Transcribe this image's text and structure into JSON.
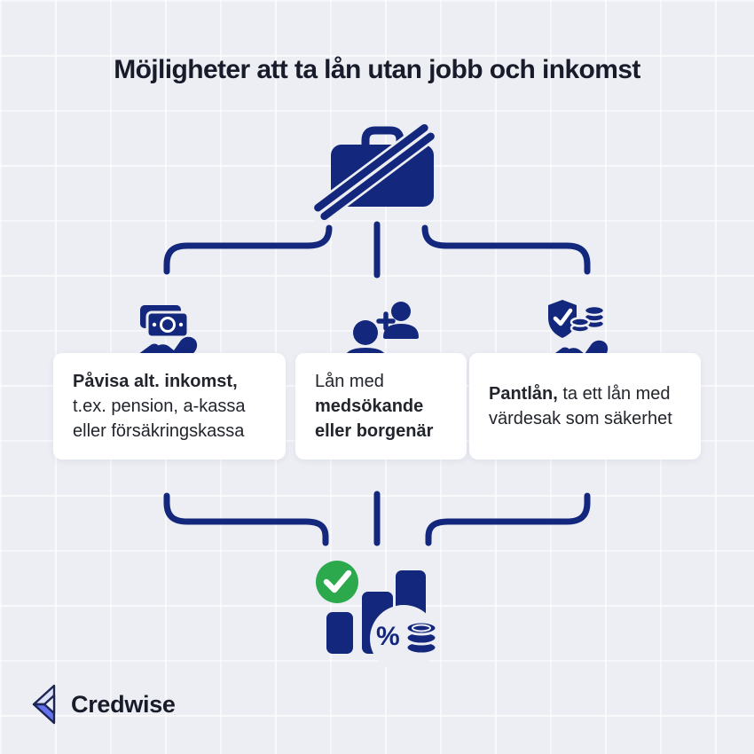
{
  "title": "Möjligheter att ta lån utan jobb och inkomst",
  "root": {
    "icon": "crossed-out-briefcase-icon"
  },
  "cards": [
    {
      "icon": "cash-in-hand-icon",
      "bold": "Påvisa alt. inkomst,",
      "rest": "t.ex. pension, a-kassa eller försäkringskassa"
    },
    {
      "icon": "co-applicant-users-icon",
      "prefix": "Lån med",
      "bold": "medsökande eller borgenär"
    },
    {
      "icon": "pledge-shield-coins-icon",
      "bold": "Pantlån,",
      "rest": "ta ett lån med värdesak som säkerhet"
    }
  ],
  "result": {
    "icon": "approved-loan-chart-icon",
    "percent_label": "%"
  },
  "brand": {
    "name": "Credwise"
  },
  "colors": {
    "navy": "#13287d",
    "green": "#2ba94c",
    "background": "#edeef4",
    "card-bg": "#ffffff",
    "title-ink": "#181b29",
    "body-ink": "#23252d",
    "logo-light": "#dce0f8",
    "logo-blue": "#6472f0",
    "logo-outline": "#1c2553"
  }
}
